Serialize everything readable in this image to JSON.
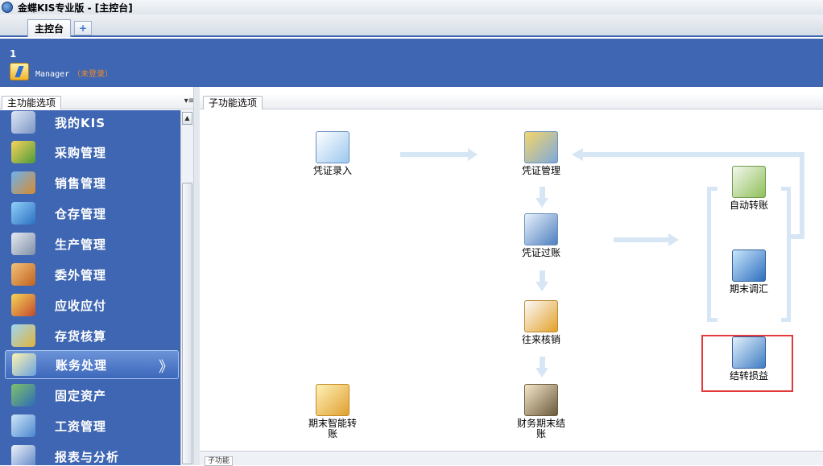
{
  "window": {
    "title": "金蝶KIS专业版 - [主控台]"
  },
  "tabs": {
    "main_label": "主控台",
    "add_label": "+"
  },
  "banner": {
    "number": "1",
    "user": "Manager",
    "status": "（未登录）"
  },
  "left_panel": {
    "header": "主功能选项",
    "menu_glyph": "▾≡",
    "items": [
      {
        "label": "我的KIS",
        "icon": "my-kis-icon"
      },
      {
        "label": "采购管理",
        "icon": "purchase-icon"
      },
      {
        "label": "销售管理",
        "icon": "sales-icon"
      },
      {
        "label": "仓存管理",
        "icon": "inventory-icon"
      },
      {
        "label": "生产管理",
        "icon": "production-icon"
      },
      {
        "label": "委外管理",
        "icon": "outsourcing-icon"
      },
      {
        "label": "应收应付",
        "icon": "receivable-payable-icon"
      },
      {
        "label": "存货核算",
        "icon": "stock-accounting-icon"
      },
      {
        "label": "账务处理",
        "icon": "accounting-icon",
        "selected": true
      },
      {
        "label": "固定资产",
        "icon": "fixed-assets-icon"
      },
      {
        "label": "工资管理",
        "icon": "payroll-icon"
      },
      {
        "label": "报表与分析",
        "icon": "reports-icon"
      }
    ],
    "selected_chevron": "》"
  },
  "right_panel": {
    "header": "子功能选项",
    "footer_tab": "子功能",
    "functions": [
      {
        "key": "voucher_entry",
        "label": "凭证录入"
      },
      {
        "key": "voucher_manage",
        "label": "凭证管理"
      },
      {
        "key": "voucher_posting",
        "label": "凭证过账"
      },
      {
        "key": "reconcile",
        "label": "往来核销"
      },
      {
        "key": "period_close",
        "label": "财务期末结账"
      },
      {
        "key": "smart_transfer",
        "label": "期末智能转账"
      },
      {
        "key": "auto_transfer",
        "label": "自动转账"
      },
      {
        "key": "period_adjust",
        "label": "期末调汇"
      },
      {
        "key": "carry_over",
        "label": "结转损益"
      }
    ]
  },
  "colors": {
    "nav_bg": "#3e66b2",
    "highlight": "#e23a3a",
    "arrow": "#d7e6f5"
  }
}
